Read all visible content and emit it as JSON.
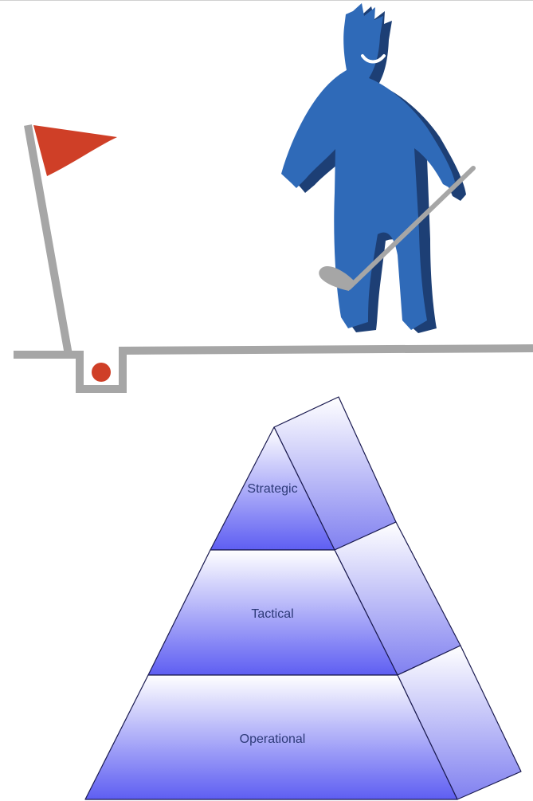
{
  "illustration": {
    "figure_color": "#2f6ab8",
    "figure_shadow_color": "#1d3f75",
    "flag_color": "#cf3f27",
    "ball_color": "#cf3f27",
    "ground_color": "#a6a6a6",
    "club_color": "#a6a6a6"
  },
  "pyramid": {
    "levels": [
      {
        "label": "Strategic"
      },
      {
        "label": "Tactical"
      },
      {
        "label": "Operational"
      }
    ],
    "fill_top_color": "#ffffff",
    "fill_bottom_color": "#5e5ef2",
    "side_bottom_color": "#8080f0",
    "outline_color": "#1a1a50"
  }
}
